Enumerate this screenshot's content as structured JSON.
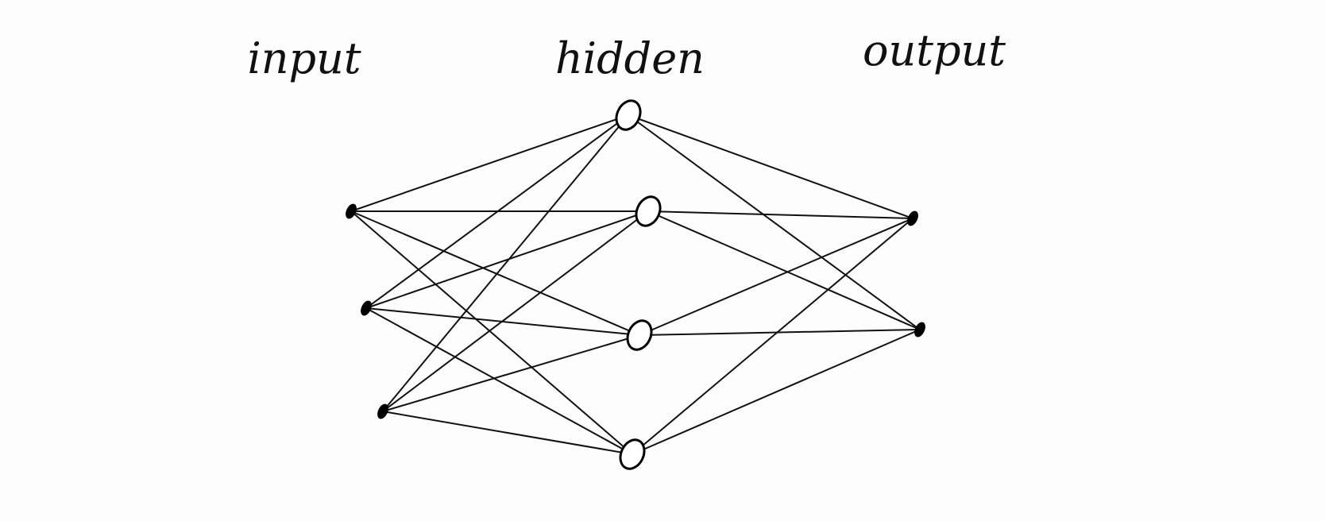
{
  "diagram": {
    "type": "neural-network",
    "style": "hand-drawn",
    "layers": [
      {
        "label": "input",
        "nodes": 3,
        "node_style": "filled"
      },
      {
        "label": "hidden",
        "nodes": 4,
        "node_style": "hollow"
      },
      {
        "label": "output",
        "nodes": 2,
        "node_style": "filled"
      }
    ],
    "connectivity": "fully-connected",
    "colors": {
      "ink": "#000000",
      "background": "#fefdfe"
    }
  }
}
